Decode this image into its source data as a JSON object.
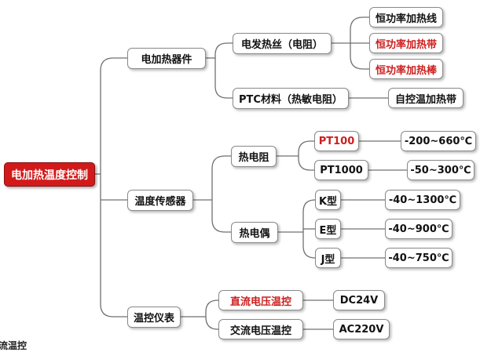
{
  "root": {
    "label": "电加热温度控制"
  },
  "branches": [
    {
      "label": "电加热器件",
      "children": [
        {
          "label": "电发热丝（电阻）",
          "children": [
            "恒功率加热线",
            "恒功率加热带",
            "恒功率加热棒"
          ]
        },
        {
          "label": "PTC材料（热敏电阻）",
          "children": [
            "自控温加热带"
          ]
        }
      ]
    },
    {
      "label": "温度传感器",
      "children": [
        {
          "label": "热电阻",
          "children": [
            {
              "label": "PT100",
              "range": "-200~660℃"
            },
            {
              "label": "PT1000",
              "range": "-50~300℃"
            }
          ]
        },
        {
          "label": "热电偶",
          "children": [
            {
              "label": "K型",
              "range": "-40~1300℃"
            },
            {
              "label": "E型",
              "range": "-40~900℃"
            },
            {
              "label": "J型",
              "range": "-40~750℃"
            }
          ]
        }
      ]
    },
    {
      "label": "温控仪表",
      "children": [
        {
          "label": "直流电压温控",
          "value": "DC24V"
        },
        {
          "label": "交流电压温控",
          "value": "AC220V"
        }
      ]
    }
  ],
  "caption": "流温控"
}
